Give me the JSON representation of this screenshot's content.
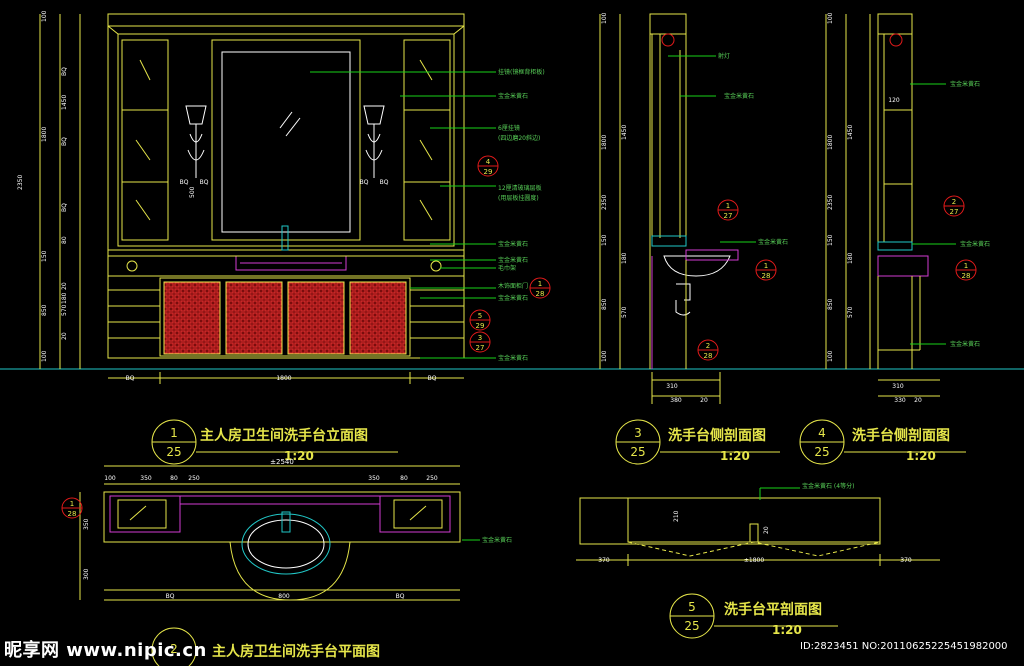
{
  "colors": {
    "bg": "#000000",
    "yellow": "#e6e64a",
    "green": "#19d219",
    "white": "#ffffff",
    "red": "#e01a1a",
    "magenta": "#d23cd2",
    "cyan": "#21c7c7",
    "dimgreen": "#58d058"
  },
  "elevation": {
    "dims_left": [
      "100",
      "BQ",
      "BQ",
      "BQ",
      "80",
      "150",
      "20",
      "570",
      "20",
      "180",
      "2350",
      "1800",
      "1450",
      "850",
      "100"
    ],
    "dims_bottom": [
      "BQ",
      "1800",
      "BQ"
    ],
    "sink_labels": [
      "BQ",
      "BQ",
      "BQ",
      "BQ"
    ],
    "dim_500": "500",
    "notes": [
      "挂镜(镜框背柜板)",
      "宝金米黄石",
      "6厘挂镜",
      "(四边磨20斜边)",
      "12厘清玻璃层板",
      "(用层板挂圆度)",
      "宝金米黄石",
      "宝金米黄石",
      "毛巾架",
      "木饰面柜门",
      "宝金米黄石",
      "宝金米黄石"
    ],
    "callouts": [
      {
        "top": "4",
        "bottom": "29"
      },
      {
        "top": "1",
        "bottom": "28"
      },
      {
        "top": "5",
        "bottom": "29"
      },
      {
        "top": "3",
        "bottom": "27"
      }
    ]
  },
  "section3": {
    "notes": [
      "射灯",
      "宝金米黄石",
      "宝金米黄石"
    ],
    "dims_left": [
      "100",
      "1450",
      "1800",
      "2350",
      "150",
      "180",
      "850",
      "570",
      "100"
    ],
    "dims_bottom": [
      "310",
      "380",
      "20"
    ],
    "callouts": [
      {
        "top": "1",
        "bottom": "27"
      },
      {
        "top": "1",
        "bottom": "28"
      },
      {
        "top": "2",
        "bottom": "28"
      }
    ]
  },
  "section4": {
    "notes": [
      "宝金米黄石",
      "宝金米黄石",
      "宝金米黄石"
    ],
    "dims_left": [
      "100",
      "1450",
      "1800",
      "2350",
      "150",
      "180",
      "850",
      "570",
      "100"
    ],
    "dims_top": [
      "120"
    ],
    "dims_bottom": [
      "310",
      "330",
      "20"
    ],
    "callouts": [
      {
        "top": "2",
        "bottom": "27"
      },
      {
        "top": "1",
        "bottom": "28"
      }
    ]
  },
  "titles": [
    {
      "num": "1",
      "sheet": "25",
      "name": "主人房卫生间洗手台立面图",
      "scale": "1:20"
    },
    {
      "num": "3",
      "sheet": "25",
      "name": "洗手台侧剖面图",
      "scale": "1:20"
    },
    {
      "num": "4",
      "sheet": "25",
      "name": "洗手台侧剖面图",
      "scale": "1:20"
    },
    {
      "num": "5",
      "sheet": "25",
      "name": "洗手台平剖面图",
      "scale": "1:20"
    },
    {
      "num": "2",
      "name": "主人房卫生间洗手台平面图"
    }
  ],
  "plan": {
    "total": "±2540",
    "dims_top": [
      "100",
      "350",
      "80",
      "250",
      "350",
      "80",
      "250"
    ],
    "dims_left": [
      "350",
      "300"
    ],
    "bottom_labels": [
      "BQ",
      "800",
      "BQ"
    ],
    "note": "宝金米黄石",
    "callout": {
      "top": "1",
      "bottom": "28"
    }
  },
  "section5": {
    "note": "宝金米黄石 (4等分)",
    "dims": [
      "370",
      "±1800",
      "370"
    ],
    "dim_v": "210",
    "dim_small": "20"
  },
  "watermark": {
    "text": "昵享网 www.nipic.cn",
    "id": "ID:2823451 NO:20110625225451982000"
  }
}
